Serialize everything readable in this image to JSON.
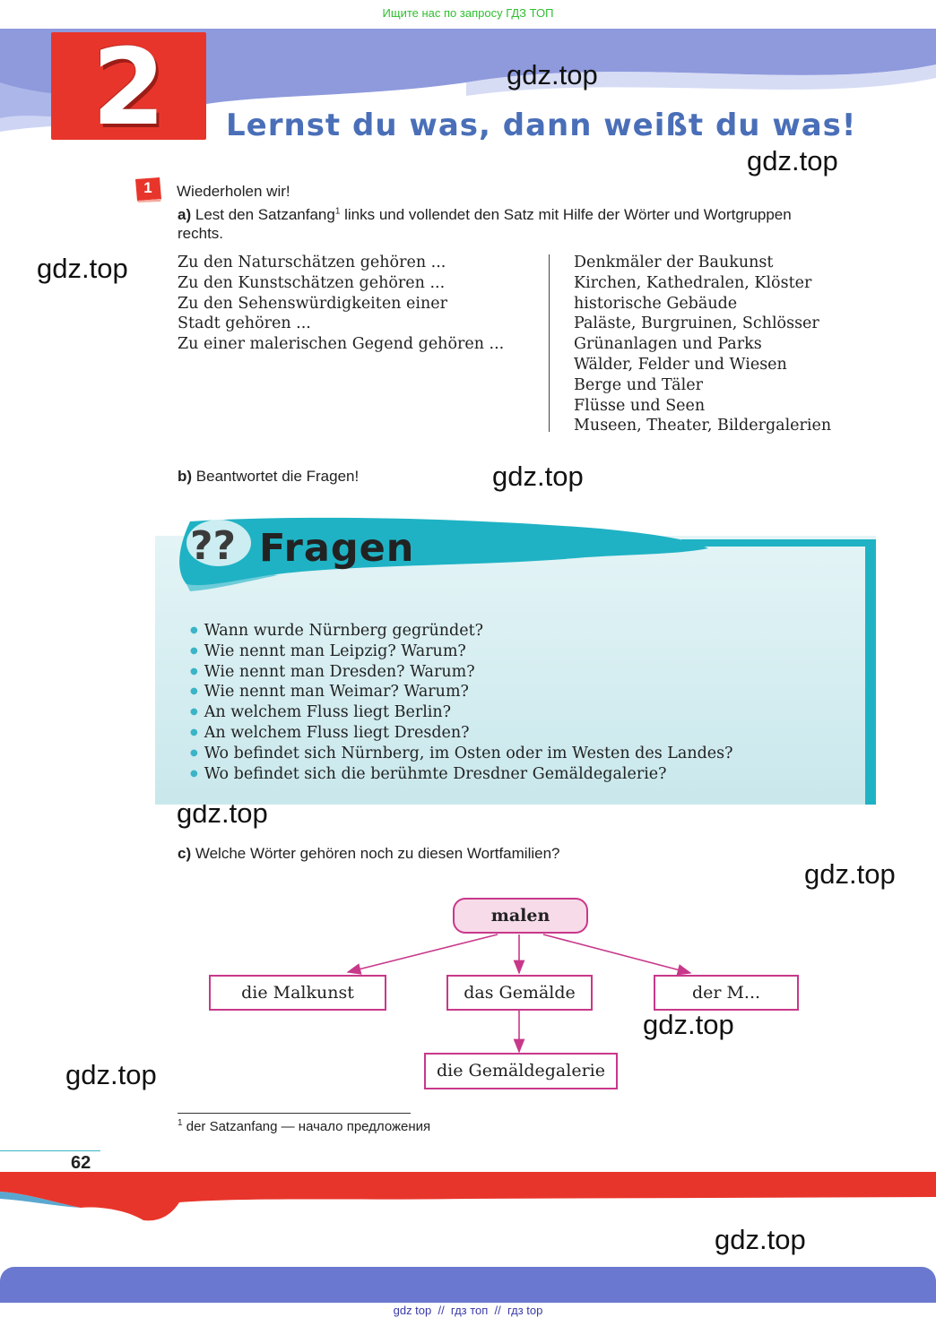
{
  "banner": {
    "text": "Ищите нас по запросу ГДЗ ТОП"
  },
  "watermark": {
    "text": "gdz.top"
  },
  "chapter": {
    "number": "2",
    "title": "Lernst du was, dann weißt du was!"
  },
  "exercise": {
    "number": "1",
    "heading": "Wiederholen wir!",
    "part_a": {
      "marker": "a)",
      "instruction_pre": "Lest den Satzanfang",
      "footnote_ref": "1",
      "instruction_post": " links und vollendet den Satz mit Hilfe der Wörter und Wortgruppen",
      "instruction_line2": "rechts.",
      "left_column": [
        "Zu den Naturschätzen gehören ...",
        "Zu den Kunstschätzen gehören ...",
        "Zu den Sehenswürdigkeiten einer",
        "Stadt gehören ...",
        "Zu einer malerischen Gegend gehören ..."
      ],
      "right_column": [
        "Denkmäler der Baukunst",
        "Kirchen, Kathedralen, Klöster",
        "historische Gebäude",
        "Paläste, Burgruinen, Schlösser",
        "Grünanlagen und Parks",
        "Wälder, Felder und Wiesen",
        "Berge und Täler",
        "Flüsse und Seen",
        "Museen, Theater, Bildergalerien"
      ]
    },
    "part_b": {
      "marker": "b)",
      "instruction": "Beantwortet die Fragen!",
      "box_icon": "??",
      "box_title": "Fragen",
      "questions": [
        "Wann wurde Nürnberg gegründet?",
        "Wie nennt man Leipzig? Warum?",
        "Wie nennt man Dresden? Warum?",
        "Wie nennt man Weimar? Warum?",
        "An welchem Fluss liegt Berlin?",
        "An welchem Fluss liegt Dresden?",
        "Wo befindet sich Nürnberg, im Osten oder im Westen des Landes?",
        "Wo befindet sich die berühmte Dresdner Gemäldegalerie?"
      ]
    },
    "part_c": {
      "marker": "c)",
      "instruction": "Welche Wörter gehören noch zu diesen Wortfamilien?",
      "diagram": {
        "root": "malen",
        "children": [
          "die Malkunst",
          "das Gemälde",
          "der M..."
        ],
        "grandchild": "die Gemäldegalerie"
      }
    }
  },
  "footnote": {
    "ref": "1",
    "text": " der Satzanfang — начало предложения"
  },
  "page_number": "62",
  "bottom_links": "gdz top  //  гдз топ  //  гдз top",
  "colors": {
    "red": "#e8352b",
    "title_blue": "#4a6fb8",
    "teal": "#1fb2c4",
    "magenta": "#c8388a",
    "bar_blue": "#6a79cf"
  }
}
